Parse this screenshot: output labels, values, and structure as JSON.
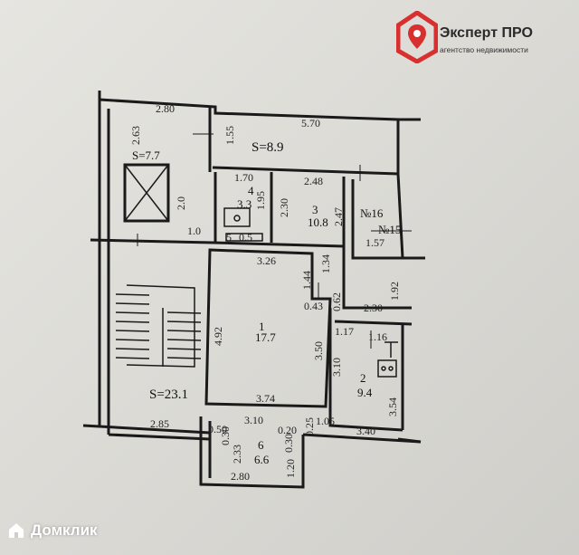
{
  "brand": {
    "title": "Эксперт ПРО",
    "subtitle": "агентство недвижимости",
    "icon": "house-pin-logo",
    "accent": "#d82f2f"
  },
  "watermark": {
    "text": "Домклик",
    "icon": "domclick-logo"
  },
  "plan": {
    "rooms": {
      "r1_number": "1",
      "r1_area": "17.7",
      "r2_number": "2",
      "r2_area": "9.4",
      "r3_number": "3",
      "r3_area": "10.8",
      "r4_number": "4",
      "r4_area": "3.3",
      "r5_label": "5",
      "r5_area": "0.5",
      "r6_number": "6",
      "r6_area": "6.6",
      "n15": "№15",
      "n16": "№16",
      "stair_area": "S=23.1",
      "balcony_area": "S=8.9",
      "elevator_area": "S=7.7"
    },
    "dims": {
      "d_2_80_top": "2.80",
      "d_2_63": "2.63",
      "d_1_55": "1.55",
      "d_5_70": "5.70",
      "d_2_0": "2.0",
      "d_1_0": "1.0",
      "d_1_70": "1.70",
      "d_1_95": "1.95",
      "d_2_30_v": "2.30",
      "d_2_48": "2.48",
      "d_2_47": "2.47",
      "d_1_57": "1.57",
      "d_3_26": "3.26",
      "d_1_44": "1.44",
      "d_1_34": "1.34",
      "d_1_92": "1.92",
      "d_0_62": "0.62",
      "d_0_43": "0.43",
      "d_2_30_h": "2.30",
      "d_4_92": "4.92",
      "d_3_50": "3.50",
      "d_1_17": "1.17",
      "d_1_16": "1.16",
      "d_3_10_v": "3.10",
      "d_3_54": "3.54",
      "d_3_74": "3.74",
      "d_3_10_h": "3.10",
      "d_0_20": "0.20",
      "d_1_05": "1.05",
      "d_0_25": "0.25",
      "d_3_40": "3.40",
      "d_2_85": "2.85",
      "d_0_50": "0.50",
      "d_0_30_l": "0.30",
      "d_2_33": "2.33",
      "d_0_30_r": "0.30",
      "d_2_80_bottom": "2.80",
      "d_1_20": "1.20"
    }
  }
}
